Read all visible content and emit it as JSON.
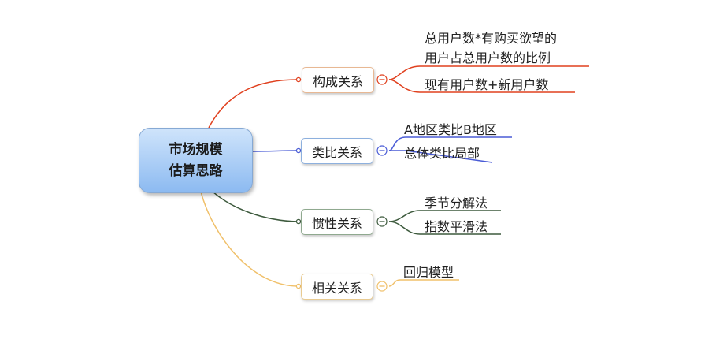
{
  "root": {
    "line1": "市场规模",
    "line2": "估算思路"
  },
  "branches": [
    {
      "label": "构成关系",
      "color": "#e0401e",
      "leaves": [
        "总用户数*有购买欲望的",
        "用户占总用户数的比例",
        "现有用户数+新用户数"
      ]
    },
    {
      "label": "类比关系",
      "color": "#4a5cd6",
      "leaves": [
        "A地区类比B地区",
        "总体类比局部"
      ]
    },
    {
      "label": "惯性关系",
      "color": "#3d5a3d",
      "leaves": [
        "季节分解法",
        "指数平滑法"
      ]
    },
    {
      "label": "相关关系",
      "color": "#f0c06a",
      "leaves": [
        "回归模型"
      ]
    }
  ]
}
